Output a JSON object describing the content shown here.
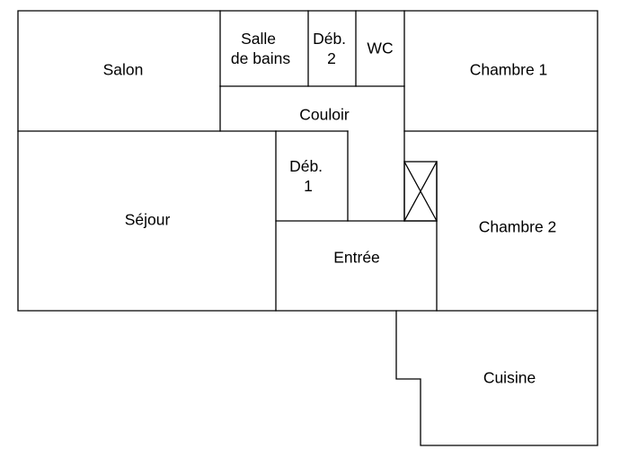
{
  "rooms": {
    "salon": "Salon",
    "salle_de_bains": [
      "Salle",
      "de bains"
    ],
    "debarras_2": [
      "Déb.",
      "2"
    ],
    "wc": "WC",
    "chambre_1": "Chambre 1",
    "couloir": "Couloir",
    "sejour": "Séjour",
    "debarras_1": [
      "Déb.",
      "1"
    ],
    "chambre_2": "Chambre 2",
    "entree": "Entrée",
    "cuisine": "Cuisine"
  }
}
